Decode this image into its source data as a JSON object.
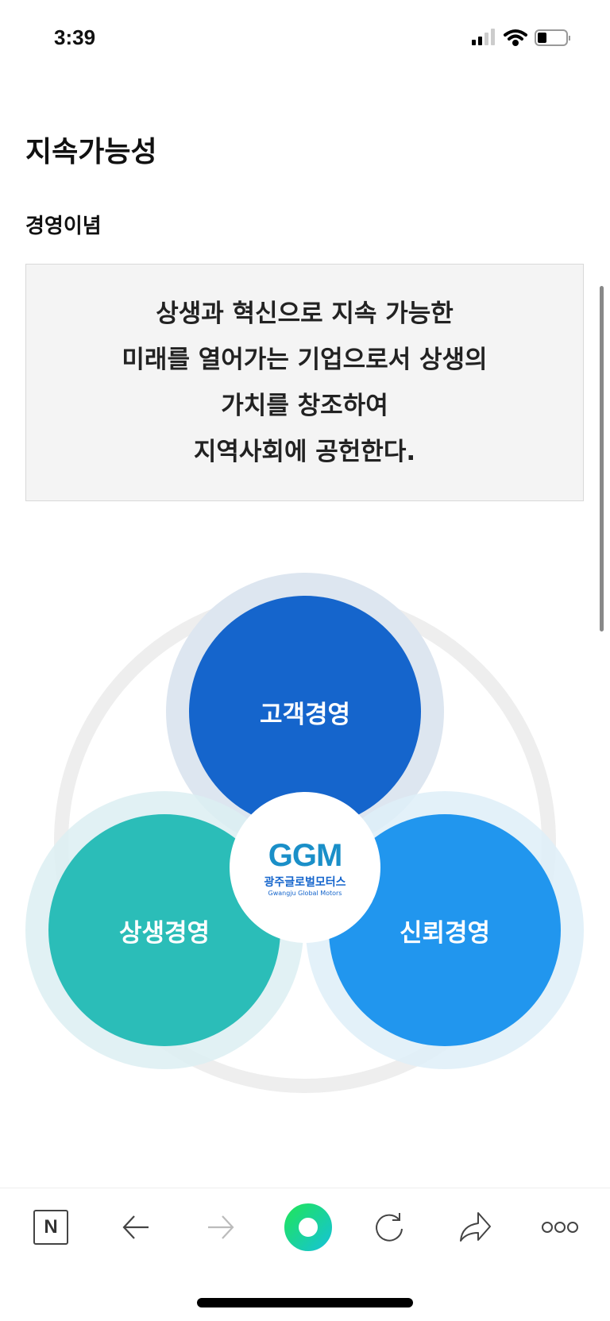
{
  "status_bar": {
    "time": "3:39"
  },
  "page": {
    "title": "지속가능성",
    "section": "경영이념",
    "motto_lines": [
      "상생과 혁신으로 지속 가능한",
      "미래를 열어가는 기업으로서 상생의",
      "가치를 창조하여",
      "지역사회에 공헌한다."
    ]
  },
  "diagram": {
    "top": {
      "label": "고객경영",
      "color": "#1565cc"
    },
    "left": {
      "label": "상생경영",
      "color": "#2bbdb8"
    },
    "right": {
      "label": "신뢰경영",
      "color": "#2196ee"
    },
    "logo": {
      "mark": "GGM",
      "name_ko": "광주글로벌모터스",
      "name_en": "Gwangju Global Motors"
    }
  },
  "toolbar": {
    "items": [
      "naver-home",
      "back",
      "forward",
      "green-dot",
      "reload",
      "share",
      "more"
    ]
  }
}
